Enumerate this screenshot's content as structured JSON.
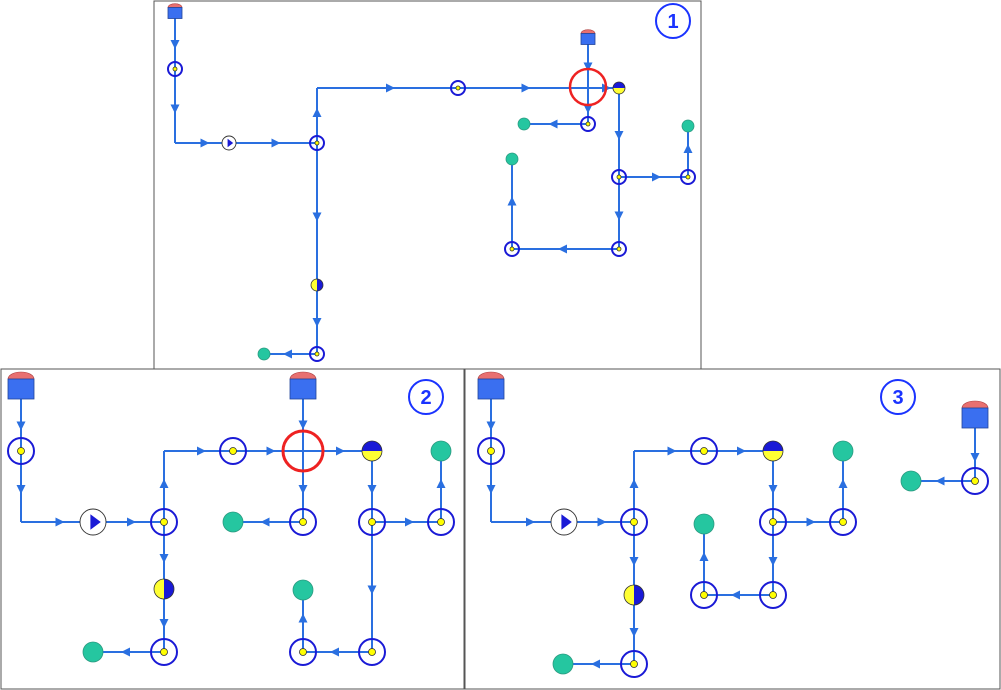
{
  "colors": {
    "pipe": "#2a6fe0",
    "node_ring": "#1a1ad6",
    "node_dot": "#ffff00",
    "reservoir": "#3a6ff0",
    "reservoir_cap": "#e87070",
    "outlet": "#25c6a0",
    "highlight": "#ee2222",
    "panel_border": "#555555",
    "label": "#1a33ff",
    "valve_dark": "#1a1ad6",
    "valve_light": "#ffff33",
    "pump_fill": "#ffffff",
    "pump_arrow": "#1a1ad6"
  },
  "panels": [
    {
      "id": "panel-1",
      "label": "1"
    },
    {
      "id": "panel-2",
      "label": "2"
    },
    {
      "id": "panel-3",
      "label": "3"
    }
  ]
}
